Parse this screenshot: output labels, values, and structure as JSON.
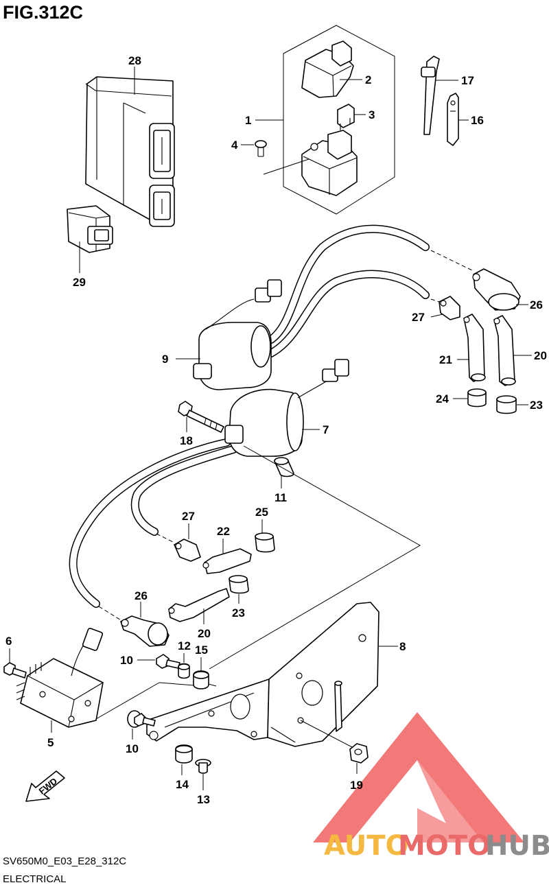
{
  "figure": {
    "title": "FIG.312C",
    "code": "SV650M0_E03_E28_312C",
    "section": "ELECTRICAL"
  },
  "fwd_label": "FWD",
  "watermark": {
    "auto": "AUTO",
    "moto": "MOTO",
    "hub": "HUB",
    "colors": {
      "auto": "#f5b840",
      "moto": "#ea6a6a",
      "hub": "#8c8c8c",
      "triangle": "#ef4b4b"
    }
  },
  "callouts": {
    "c28": "28",
    "c29": "29",
    "c1": "1",
    "c2": "2",
    "c3": "3",
    "c4": "4",
    "c17": "17",
    "c16": "16",
    "c26a": "26",
    "c27a": "27",
    "c21": "21",
    "c20a": "20",
    "c24": "24",
    "c23a": "23",
    "c9": "9",
    "c7": "7",
    "c18": "18",
    "c11": "11",
    "c27b": "27",
    "c25": "25",
    "c22": "22",
    "c26b": "26",
    "c23b": "23",
    "c20b": "20",
    "c6": "6",
    "c10a": "10",
    "c12": "12",
    "c15": "15",
    "c8": "8",
    "c5": "5",
    "c10b": "10",
    "c14": "14",
    "c13": "13",
    "c19": "19"
  }
}
